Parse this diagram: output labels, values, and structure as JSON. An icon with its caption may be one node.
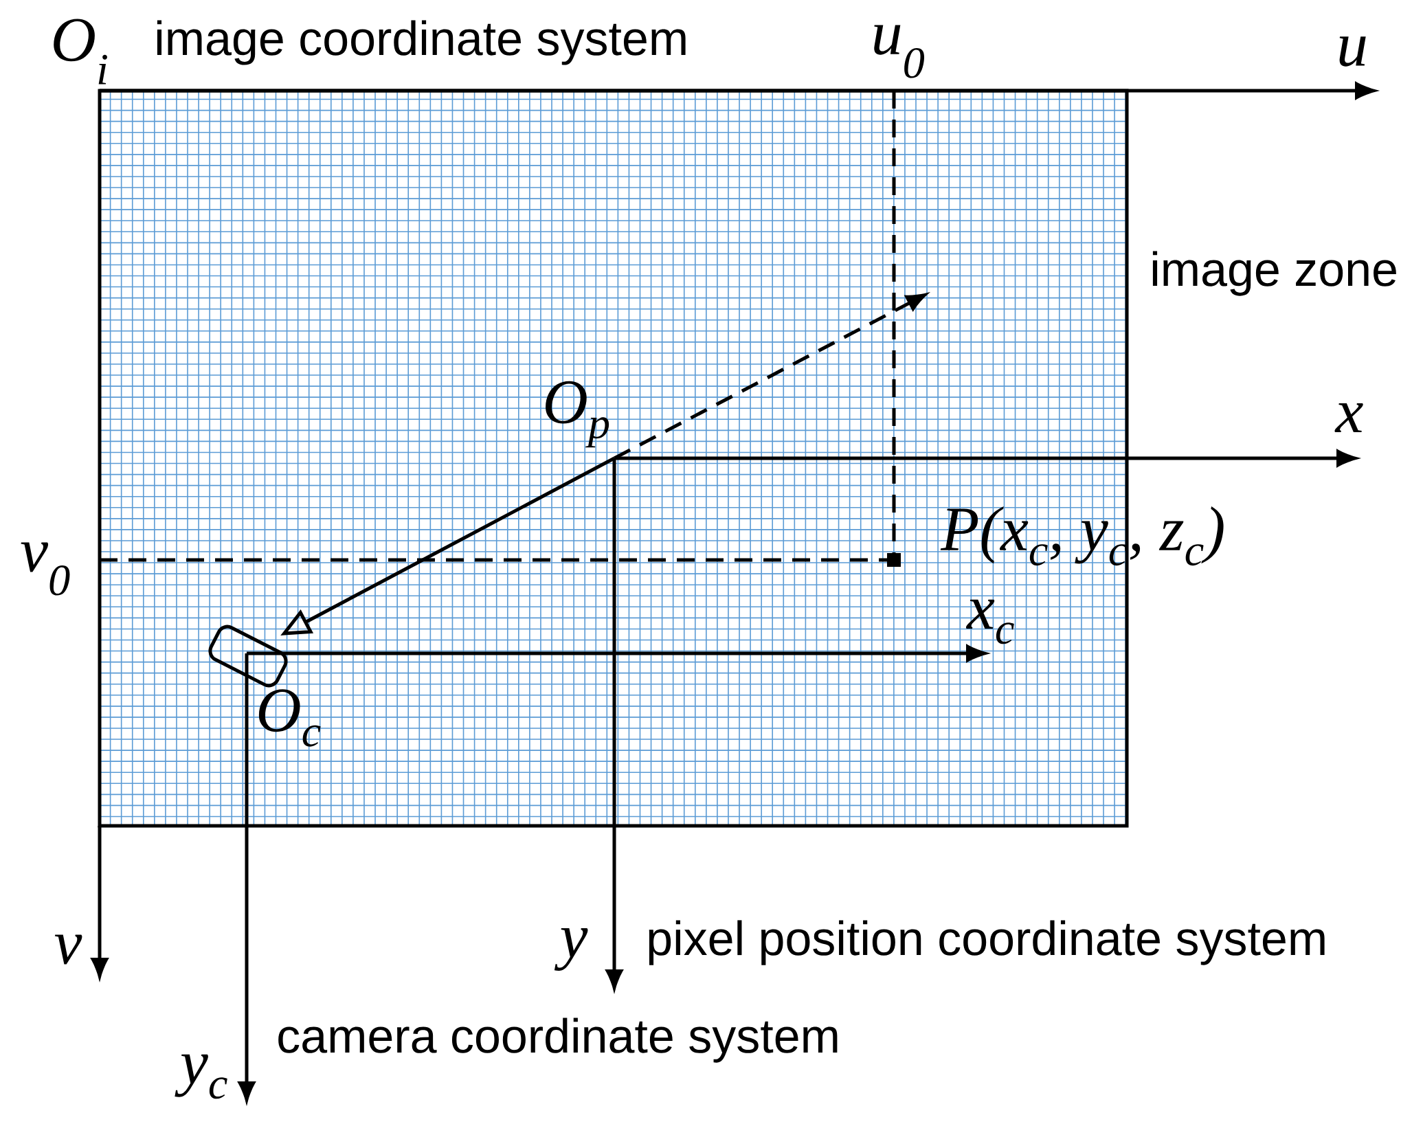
{
  "diagram": {
    "labels": [
      "O$_{i}$",
      "image coordinate system",
      "u$_{0}$",
      "u",
      "image zone",
      "O$_{p}$",
      "x",
      "P(x$_{c}$, y$_{c}$, z$_{c}$)",
      "v$_{0}$",
      "x$_{c}$",
      "O$_{c}$",
      "v",
      "y",
      "pixel position coordinate system",
      "camera coordinate system",
      "y$_{c}$"
    ]
  }
}
